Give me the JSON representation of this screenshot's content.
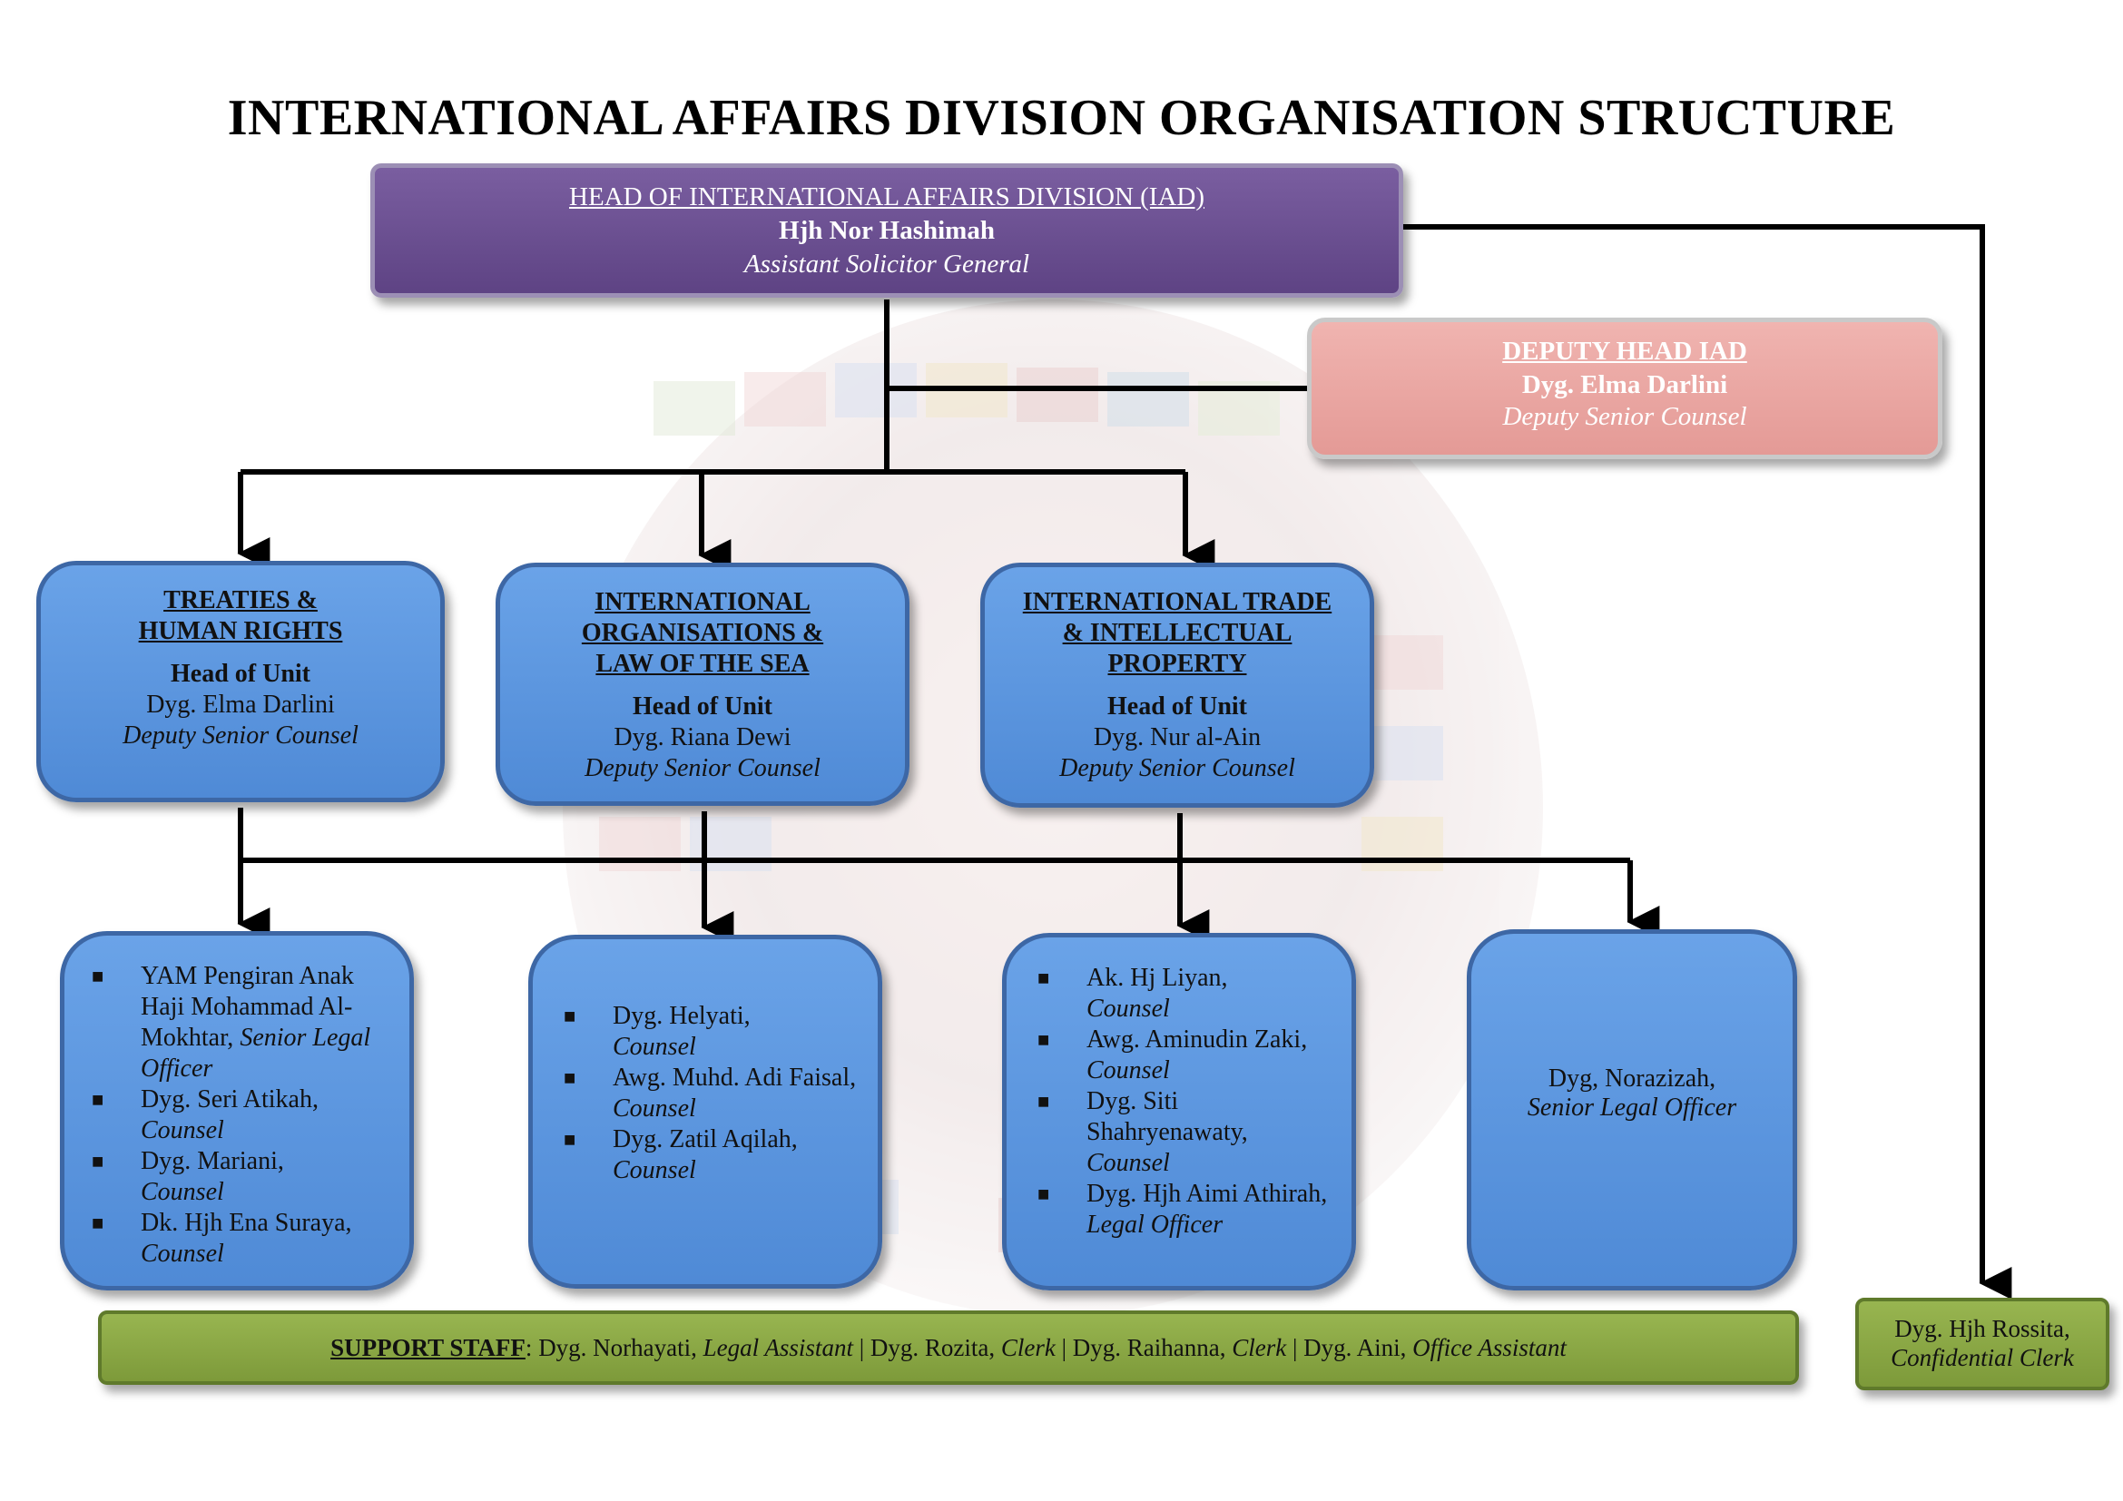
{
  "title": "INTERNATIONAL AFFAIRS DIVISION ORGANISATION STRUCTURE",
  "head": {
    "heading": "HEAD OF INTERNATIONAL AFFAIRS DIVISION (IAD)",
    "name": "Hjh Nor Hashimah",
    "role": "Assistant Solicitor General"
  },
  "deputy": {
    "heading": "DEPUTY HEAD IAD",
    "name": "Dyg. Elma Darlini",
    "role": "Deputy Senior Counsel"
  },
  "units": [
    {
      "name_lines": [
        "TREATIES &",
        "HUMAN RIGHTS"
      ],
      "head_label": "Head of Unit",
      "head_name": "Dyg. Elma Darlini",
      "head_role": "Deputy Senior Counsel"
    },
    {
      "name_lines": [
        "INTERNATIONAL",
        "ORGANISATIONS &",
        "LAW OF THE SEA"
      ],
      "head_label": "Head of Unit",
      "head_name": "Dyg. Riana Dewi",
      "head_role": "Deputy Senior Counsel"
    },
    {
      "name_lines": [
        "INTERNATIONAL TRADE",
        "& INTELLECTUAL",
        "PROPERTY"
      ],
      "head_label": "Head of Unit",
      "head_name": "Dyg. Nur al-Ain",
      "head_role": "Deputy Senior Counsel"
    }
  ],
  "staff_groups": [
    {
      "members": [
        {
          "name": "YAM Pengiran Anak Haji Mohammad Al-Mokhtar,",
          "title": "Senior Legal Officer"
        },
        {
          "name": "Dyg. Seri Atikah,",
          "title": "Counsel"
        },
        {
          "name": "Dyg. Mariani,",
          "title": "Counsel"
        },
        {
          "name": "Dk. Hjh Ena Suraya,",
          "title": "Counsel"
        }
      ]
    },
    {
      "members": [
        {
          "name": "Dyg. Helyati,",
          "title": "Counsel"
        },
        {
          "name": "Awg. Muhd. Adi Faisal,",
          "title": "Counsel"
        },
        {
          "name": "Dyg.  Zatil Aqilah,",
          "title": "Counsel"
        }
      ]
    },
    {
      "members": [
        {
          "name": "Ak. Hj Liyan,",
          "title": "Counsel"
        },
        {
          "name": "Awg. Aminudin Zaki,",
          "title": "Counsel"
        },
        {
          "name": "Dyg. Siti Shahryenawaty,",
          "title": "Counsel"
        },
        {
          "name": "Dyg. Hjh Aimi Athirah,",
          "title": "Legal Officer"
        }
      ]
    },
    {
      "single": {
        "name": "Dyg, Norazizah,",
        "title": "Senior Legal Officer"
      }
    }
  ],
  "support": {
    "label": "SUPPORT STAFF",
    "p1_name": "Dyg. Norhayati,",
    "p1_role": "Legal Assistant",
    "p2_name": "Dyg. Rozita,",
    "p2_role": "Clerk",
    "p3_name": "Dyg. Raihanna,",
    "p3_role": "Clerk",
    "p4_name": "Dyg. Aini,",
    "p4_role": "Office Assistant",
    "separator": "|"
  },
  "confidential": {
    "name": "Dyg. Hjh Rossita,",
    "role": "Confidential Clerk"
  },
  "colors": {
    "head_box": "#6a4f92",
    "deputy_box": "#eaa6a2",
    "unit_box": "#5b96df",
    "support_box": "#8aa845"
  }
}
